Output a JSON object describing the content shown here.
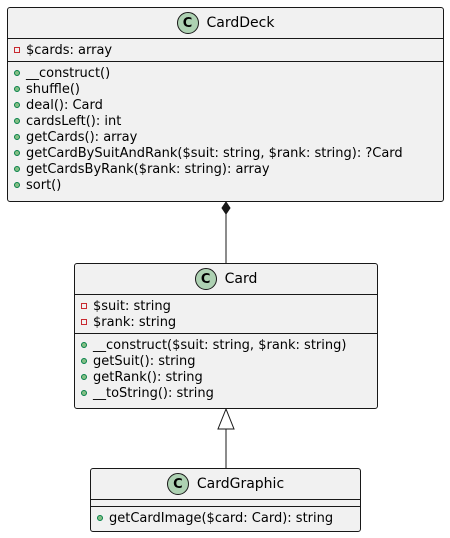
{
  "classes": [
    {
      "name": "CardDeck",
      "badge": "C",
      "attributes": [
        {
          "vis": "private",
          "text": "$cards: array"
        }
      ],
      "methods": [
        {
          "vis": "public",
          "text": "__construct()"
        },
        {
          "vis": "public",
          "text": "shuffle()"
        },
        {
          "vis": "public",
          "text": "deal(): Card"
        },
        {
          "vis": "public",
          "text": "cardsLeft(): int"
        },
        {
          "vis": "public",
          "text": "getCards(): array"
        },
        {
          "vis": "public",
          "text": "getCardBySuitAndRank($suit: string, $rank: string): ?Card"
        },
        {
          "vis": "public",
          "text": "getCardsByRank($rank: string): array"
        },
        {
          "vis": "public",
          "text": "sort()"
        }
      ]
    },
    {
      "name": "Card",
      "badge": "C",
      "attributes": [
        {
          "vis": "private",
          "text": "$suit: string"
        },
        {
          "vis": "private",
          "text": "$rank: string"
        }
      ],
      "methods": [
        {
          "vis": "public",
          "text": "__construct($suit: string, $rank: string)"
        },
        {
          "vis": "public",
          "text": "getSuit(): string"
        },
        {
          "vis": "public",
          "text": "getRank(): string"
        },
        {
          "vis": "public",
          "text": "__toString(): string"
        }
      ]
    },
    {
      "name": "CardGraphic",
      "badge": "C",
      "attributes": [],
      "methods": [
        {
          "vis": "public",
          "text": "getCardImage($card: Card): string"
        }
      ]
    }
  ],
  "relations": [
    {
      "type": "composition",
      "whole": "CardDeck",
      "part": "Card"
    },
    {
      "type": "inheritance",
      "parent": "Card",
      "child": "CardGraphic"
    }
  ],
  "colors": {
    "class_fill": "#f1f1f1",
    "border": "#181818",
    "badge_fill": "#add1b2",
    "private_marker": "#c82930",
    "public_marker_fill": "#84be84",
    "public_marker_border": "#038048"
  }
}
